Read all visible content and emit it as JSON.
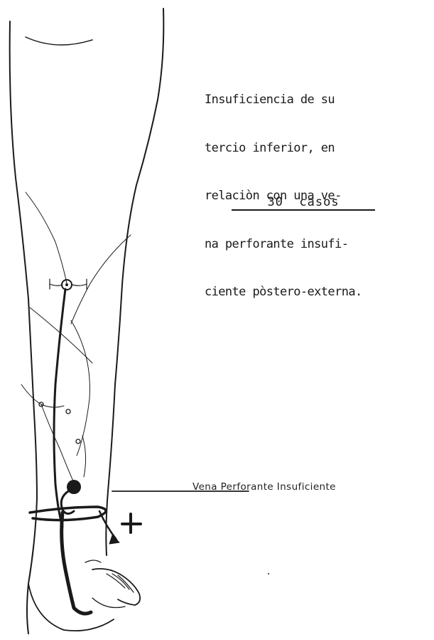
{
  "description": {
    "lines": [
      "Insuficiencia de su",
      "tercio inferior, en",
      "relaciòn con una ve-",
      "na perforante insufi-",
      "ciente pòstero-externa."
    ]
  },
  "count_label": "30  casos",
  "callout_label": "Vena Perforante Insuficiente",
  "colors": {
    "ink": "#1a1a1a",
    "paper": "#ffffff"
  }
}
